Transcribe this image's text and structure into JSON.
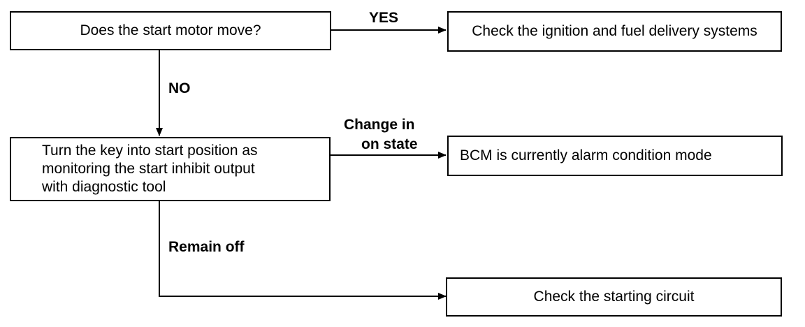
{
  "nodes": {
    "q1": "Does the start motor move?",
    "yes_result": "Check the ignition and fuel delivery systems",
    "step2": "Turn the key into start position as\nmonitoring the start inhibit output\nwith diagnostic tool",
    "change_result": "BCM is currently alarm condition mode",
    "off_result": "Check the starting circuit"
  },
  "edges": {
    "yes": "YES",
    "no": "NO",
    "change_line1": "Change in",
    "change_line2": "on state",
    "remain_off": "Remain off"
  }
}
